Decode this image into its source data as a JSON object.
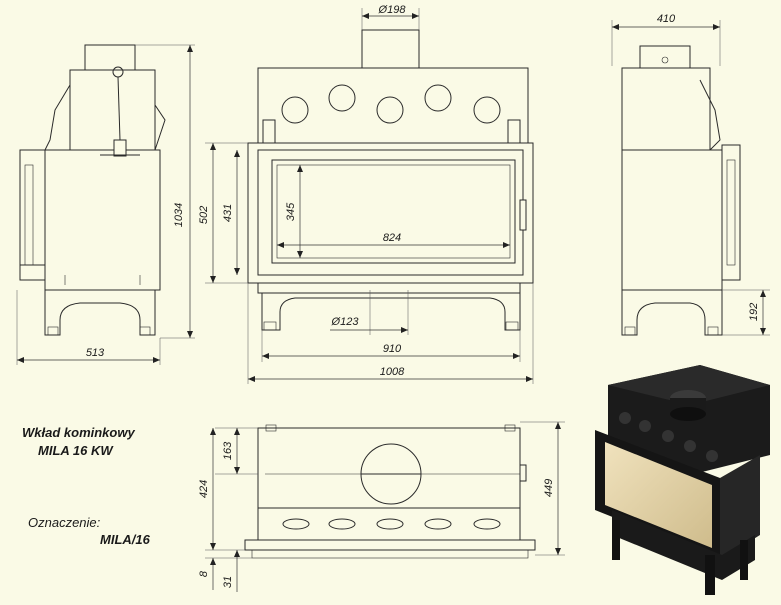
{
  "title": {
    "line1": "Wkład kominkowy",
    "line2": "MILA 16 KW"
  },
  "designation": {
    "label": "Oznaczenie:",
    "value": "MILA/16"
  },
  "dimensions": {
    "flue_diameter": "Ø198",
    "side_depth": "410",
    "side_left_depth": "513",
    "total_height": "1034",
    "front_height": "502",
    "door_height": "431",
    "glass_height": "345",
    "glass_width": "824",
    "air_inlet_diameter": "Ø123",
    "leg_span": "910",
    "total_width": "1008",
    "leg_height": "192",
    "top_flue_offset": "163",
    "top_depth": "424",
    "top_total_depth": "449",
    "front_offset_small": "8",
    "front_offset": "31"
  },
  "colors": {
    "background": "#fafae6",
    "line": "#2a2a2a",
    "render_body": "#1b1b1b",
    "render_glass": "#e3d3ab"
  }
}
